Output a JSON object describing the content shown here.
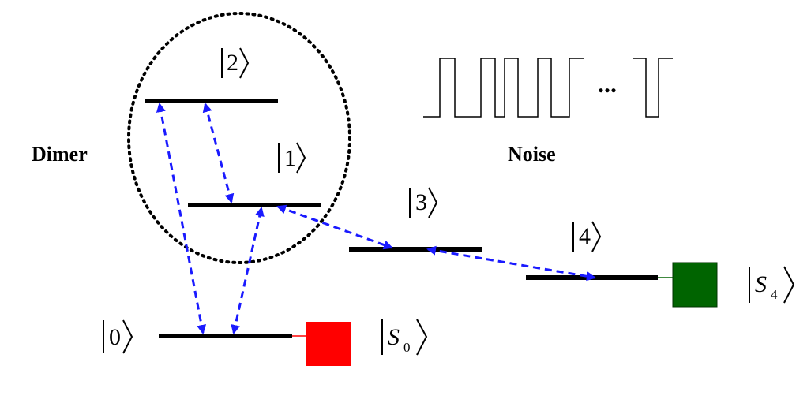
{
  "labels": {
    "dimer": "Dimer",
    "noise": "Noise",
    "ellipsis": "..."
  },
  "states": {
    "s0": "0",
    "s1": "1",
    "s2": "2",
    "s3": "3",
    "s4": "4"
  },
  "sinks": {
    "sink0": {
      "symbol": "S",
      "subscript": "0",
      "color": "#ff0000"
    },
    "sink4": {
      "symbol": "S",
      "subscript": "4",
      "color": "#006400"
    }
  },
  "colors": {
    "level": "#000000",
    "arrow": "#1a1aff",
    "dimer_boundary": "#000000"
  }
}
